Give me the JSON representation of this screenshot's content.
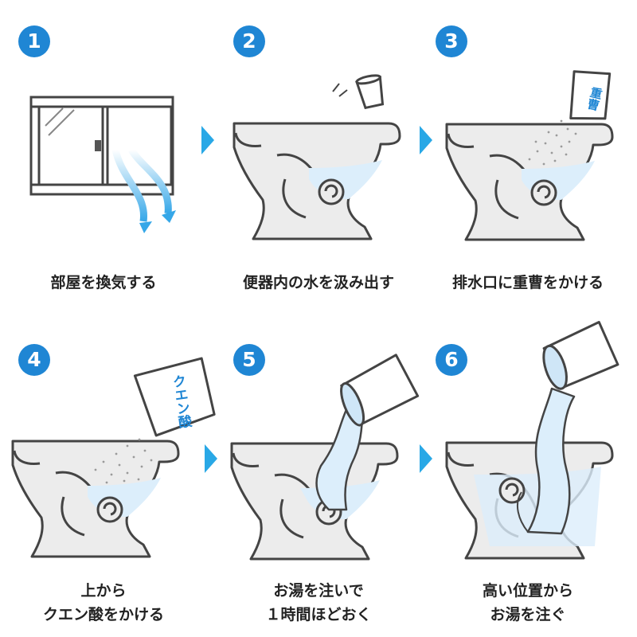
{
  "steps": [
    {
      "number": "1",
      "caption_lines": [
        "部屋を換気する"
      ],
      "icon": "window-ventilation-icon"
    },
    {
      "number": "2",
      "caption_lines": [
        "便器内の水を汲み出す"
      ],
      "icon": "toilet-bail-water-icon"
    },
    {
      "number": "3",
      "caption_lines": [
        "排水口に重曹をかける"
      ],
      "icon": "toilet-baking-soda-icon",
      "package_label": "重曹"
    },
    {
      "number": "4",
      "caption_lines": [
        "上から",
        "クエン酸をかける"
      ],
      "icon": "toilet-citric-acid-icon",
      "package_label": "クエン酸"
    },
    {
      "number": "5",
      "caption_lines": [
        "お湯を注いで",
        "１時間ほどおく"
      ],
      "icon": "toilet-pour-hot-water-icon"
    },
    {
      "number": "6",
      "caption_lines": [
        "高い位置から",
        "お湯を注ぐ"
      ],
      "icon": "toilet-pour-from-height-icon"
    }
  ],
  "colors": {
    "badge": "#1f86d4",
    "arrow": "#29a8e6",
    "water": "#dceefb",
    "air_flow": "#35a7e8",
    "line": "#444444",
    "toilet": "#ececec"
  }
}
